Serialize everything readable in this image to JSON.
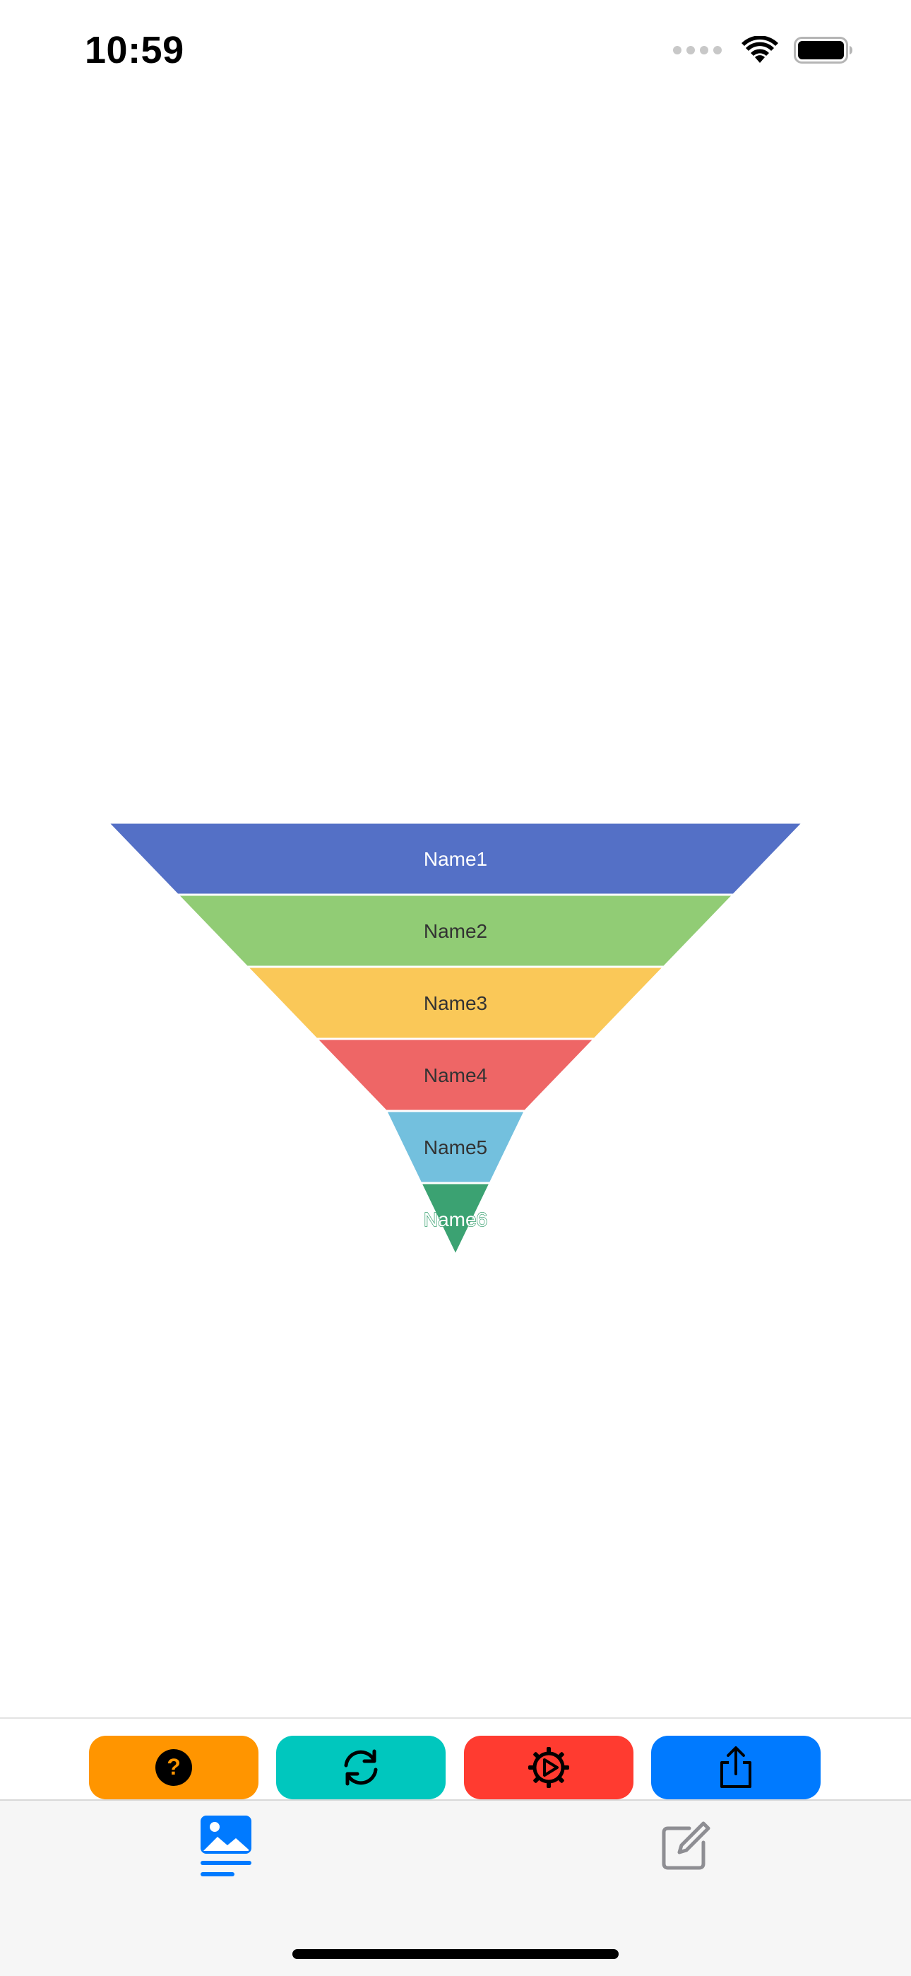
{
  "status_bar": {
    "time": "10:59",
    "icons": [
      "cellular-signal-icon",
      "wifi-icon",
      "battery-icon"
    ]
  },
  "chart_data": {
    "type": "funnel",
    "categories": [
      "Name1",
      "Name2",
      "Name3",
      "Name4",
      "Name5",
      "Name6"
    ],
    "values": [
      100,
      80,
      60,
      40,
      20,
      10
    ],
    "colors": [
      "#5470c6",
      "#91cc75",
      "#fac858",
      "#ee6666",
      "#73c0de",
      "#3ba272"
    ],
    "label_colors": [
      "#ffffff",
      "#333333",
      "#333333",
      "#333333",
      "#333333",
      "#ffffff"
    ],
    "sort": "descending",
    "label_position": "inside",
    "title": "",
    "legend": "none"
  },
  "toolbar": {
    "buttons": [
      {
        "name": "help-button",
        "icon": "question-circle-icon",
        "color": "#ff9500"
      },
      {
        "name": "refresh-button",
        "icon": "refresh-arrows-icon",
        "color": "#00c7be"
      },
      {
        "name": "settings-button",
        "icon": "gear-play-icon",
        "color": "#ff3b30"
      },
      {
        "name": "share-button",
        "icon": "share-icon",
        "color": "#007aff"
      }
    ]
  },
  "tab_bar": {
    "tabs": [
      {
        "name": "tab-gallery",
        "icon": "photo-list-icon",
        "selected": true,
        "color": "#007aff"
      },
      {
        "name": "tab-edit",
        "icon": "compose-icon",
        "selected": false,
        "color": "#8e8e93"
      }
    ]
  }
}
